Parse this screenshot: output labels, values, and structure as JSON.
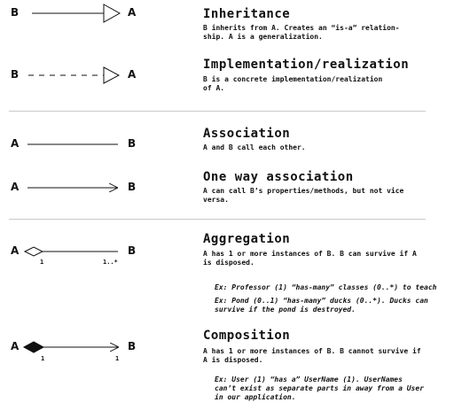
{
  "sections": {
    "inheritance": {
      "title": "Inheritance",
      "desc": "B inherits from A. Creates an “is-a” relation-\nship. A is a generalization.",
      "left": "B",
      "right": "A"
    },
    "implementation": {
      "title": "Implementation/realization",
      "desc": "B is a concrete implementation/realization\nof A.",
      "left": "B",
      "right": "A"
    },
    "association": {
      "title": "Association",
      "desc": "A and B call each other.",
      "left": "A",
      "right": "B"
    },
    "one_way": {
      "title": "One way association",
      "desc": "A can call B’s properties/methods, but not vice\nversa.",
      "left": "A",
      "right": "B"
    },
    "aggregation": {
      "title": "Aggregation",
      "desc": "A has 1 or more instances of B. B can survive if A\nis disposed.",
      "left": "A",
      "right": "B",
      "mult_left": "1",
      "mult_right": "1..*",
      "ex1": "Ex: Professor (1) “has-many” classes (0..*) to teach",
      "ex2": "Ex: Pond (0..1) “has-many” ducks (0..*). Ducks can\nsurvive if the pond is destroyed."
    },
    "composition": {
      "title": "Composition",
      "desc": "A has 1 or more instances of B. B cannot survive if\nA is disposed.",
      "left": "A",
      "right": "B",
      "mult_left": "1",
      "mult_right": "1",
      "ex1": "Ex: User (1) “has a” UserName (1). UserNames\ncan’t exist as separate parts in away from a User\nin our application."
    }
  }
}
